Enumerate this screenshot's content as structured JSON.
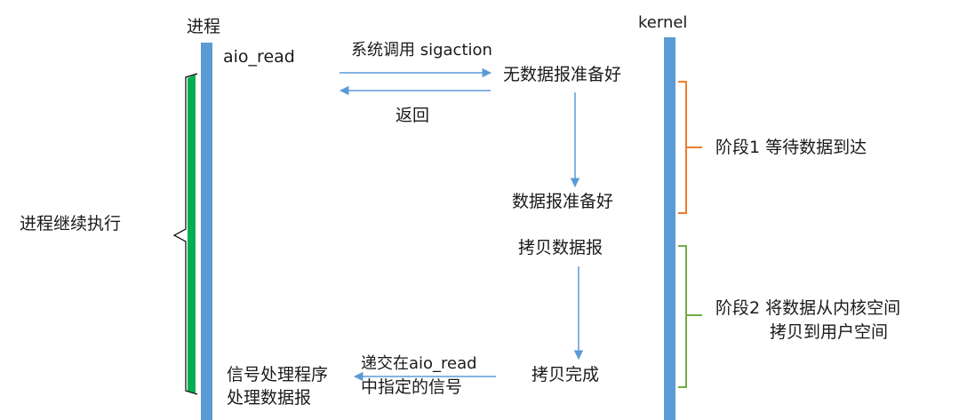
{
  "process": {
    "title": "进程",
    "aio_read": "aio_read",
    "continue": "进程继续执行",
    "handler_line1": "信号处理程序",
    "handler_line2": "处理数据报"
  },
  "kernel": {
    "title": "kernel",
    "no_datagram": "无数据报准备好",
    "datagram_ready": "数据报准备好",
    "copy_datagram": "拷贝数据报",
    "copy_done": "拷贝完成"
  },
  "arrows": {
    "syscall": "系统调用 sigaction",
    "return": "返回",
    "deliver_line1": "递交在aio_read",
    "deliver_line2": "中指定的信号"
  },
  "phases": {
    "phase1": "阶段1 等待数据到达",
    "phase2_line1": "阶段2 将数据从内核空间",
    "phase2_line2": "拷贝到用户空间"
  },
  "colors": {
    "timeline": "#5b9bd5",
    "arrow": "#5b9bd5",
    "process_brace": "#00b050",
    "phase1_brace": "#ed7d31",
    "phase2_brace": "#70ad47"
  }
}
